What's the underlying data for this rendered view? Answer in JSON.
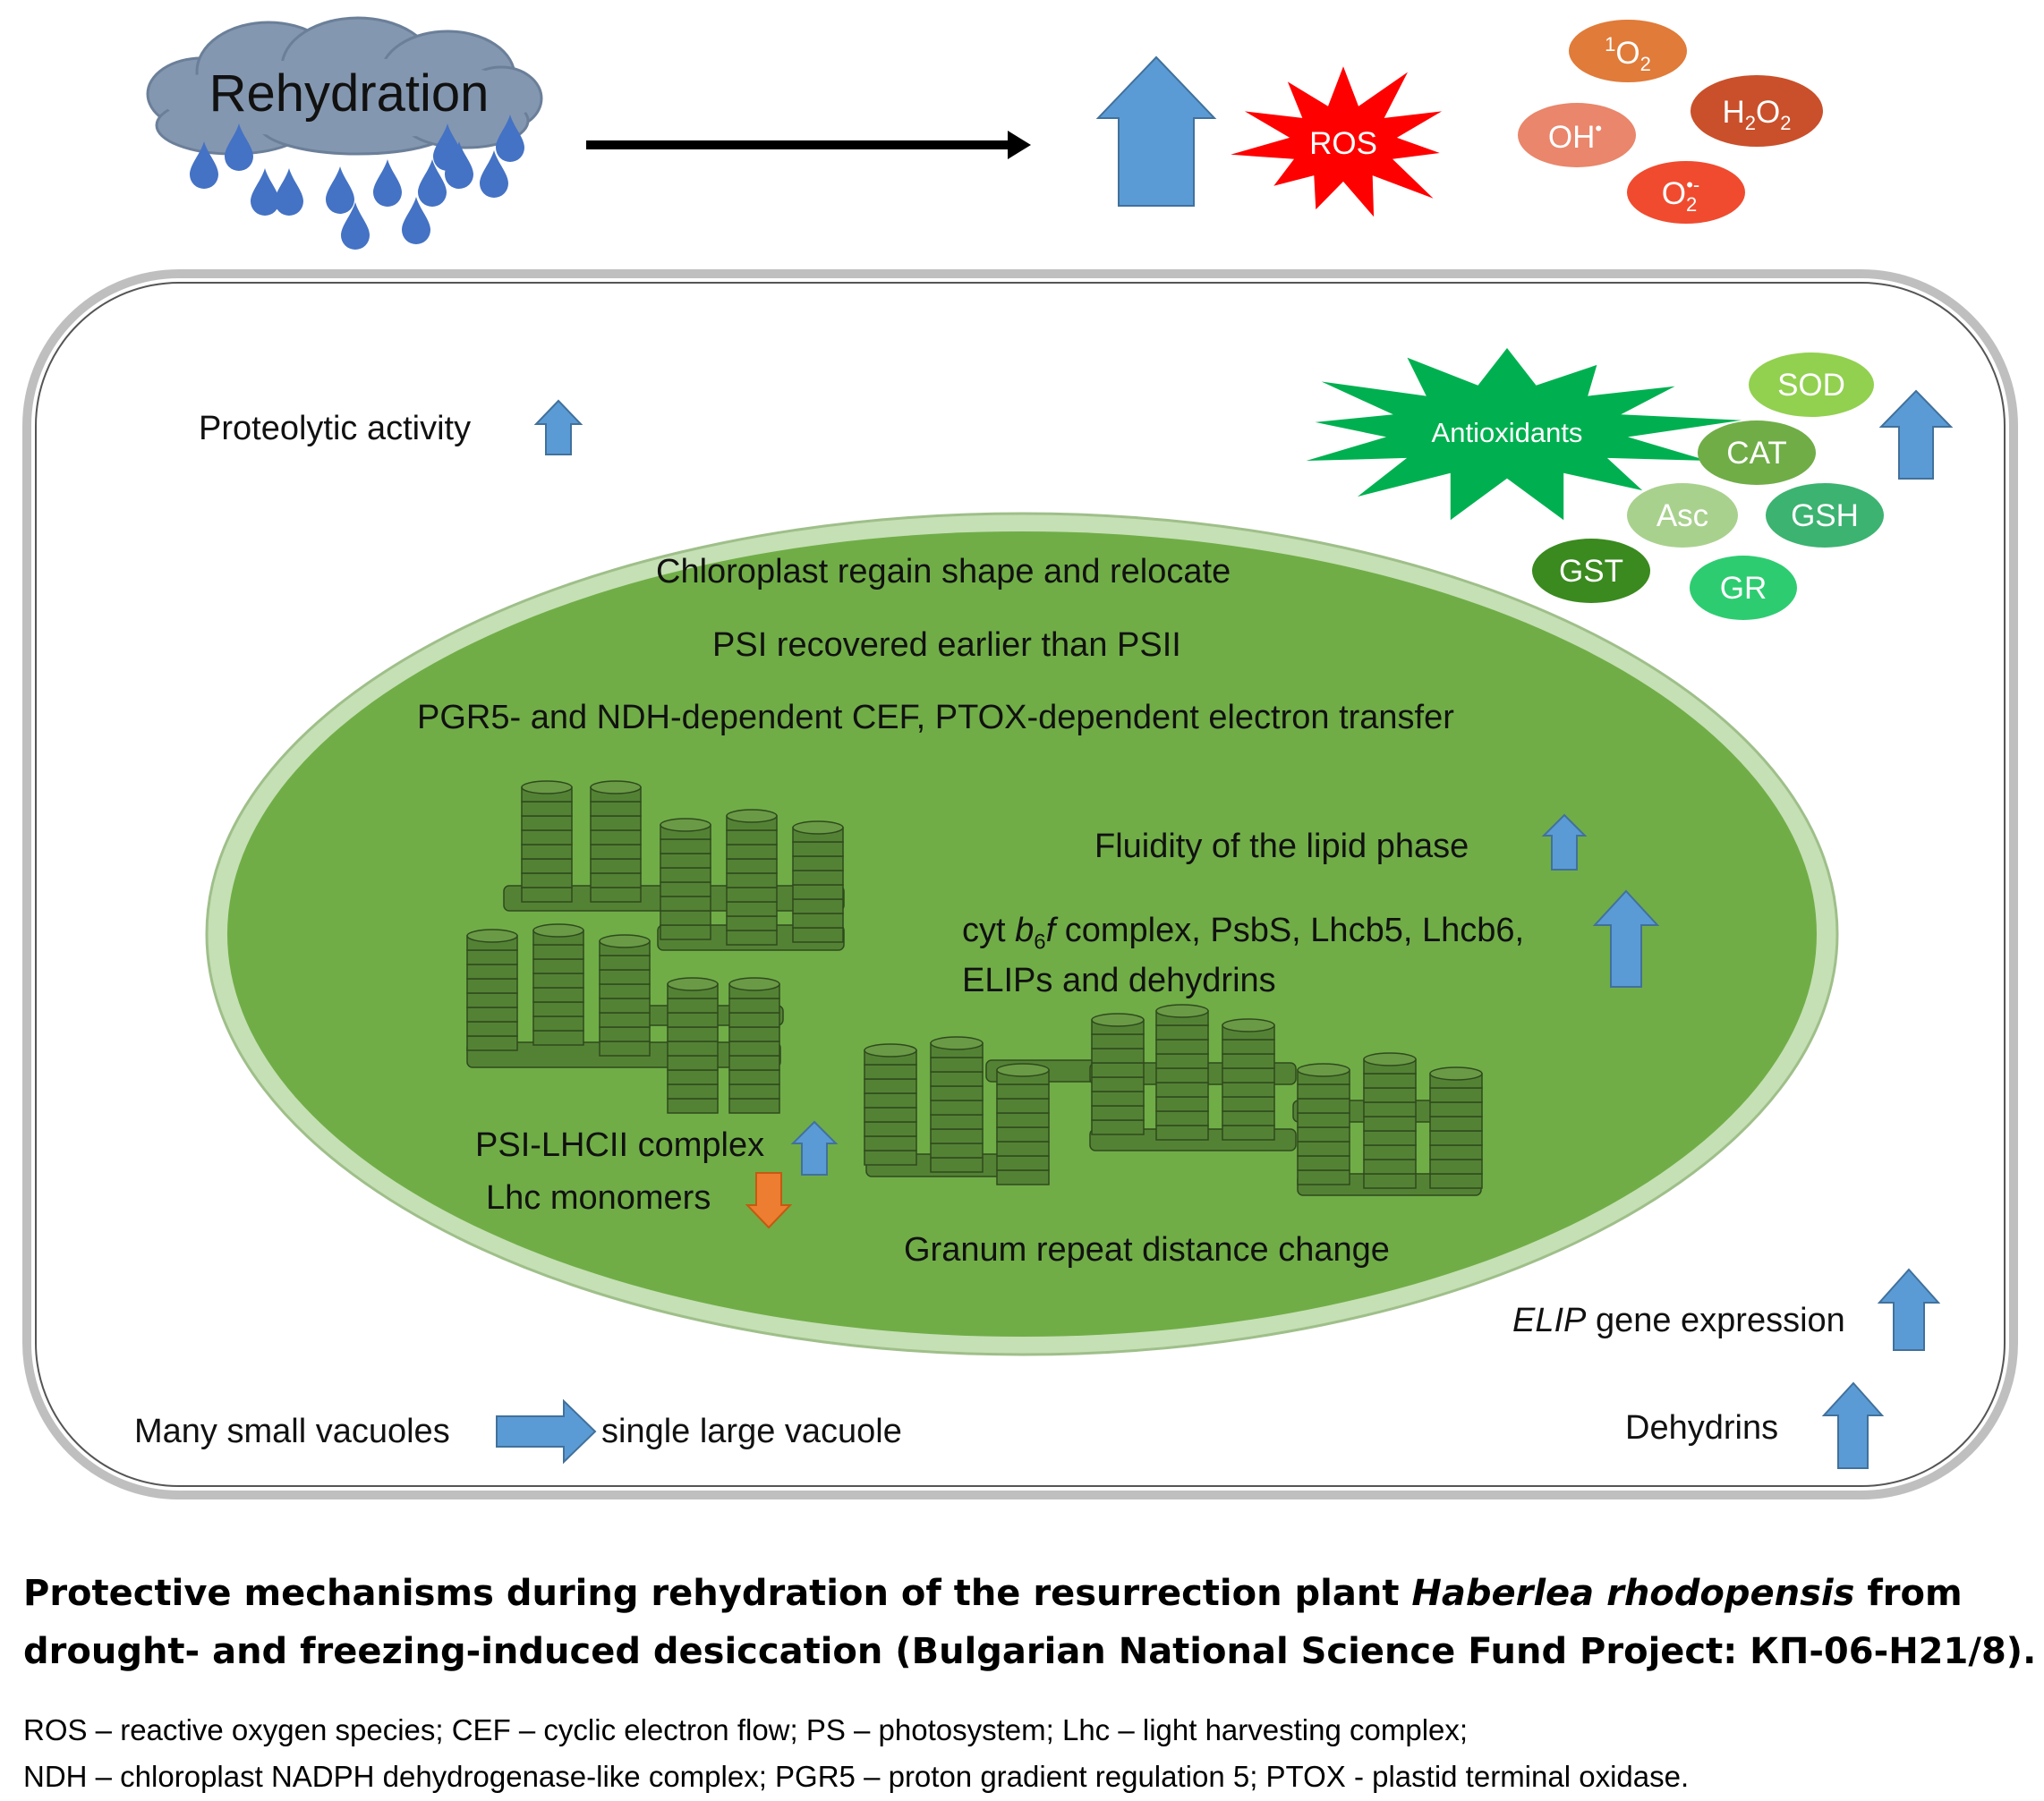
{
  "top": {
    "rehydration": "Rehydration",
    "ros": "ROS",
    "species": {
      "singlet_oxygen": {
        "sup": "1",
        "base": "O",
        "sub": "2"
      },
      "hydroxyl": {
        "base": "OH",
        "sup": "•"
      },
      "hydrogen_peroxide": {
        "base": "H",
        "sub1": "2",
        "mid": "O",
        "sub2": "2"
      },
      "superoxide": {
        "base": "O",
        "sub": "2",
        "sup": "•-"
      }
    }
  },
  "cell": {
    "proteolytic": "Proteolytic activity",
    "antioxidants": {
      "title": "Antioxidants",
      "items": [
        "SOD",
        "CAT",
        "Asc",
        "GSH",
        "GST",
        "GR"
      ]
    },
    "vacuoles": {
      "from": "Many small vacuoles",
      "to": "single large vacuole"
    },
    "elip": {
      "italic": "ELIP",
      "rest": " gene expression"
    },
    "dehydrins": "Dehydrins"
  },
  "chloroplast": {
    "line1": "Chloroplast regain shape and relocate",
    "line2": "PSI recovered earlier than PSII",
    "line3": "PGR5- and NDH-dependent CEF, PTOX-dependent electron transfer",
    "fluidity": "Fluidity of the lipid phase",
    "cyt": {
      "pre": "cyt ",
      "b": "b",
      "sub": "6",
      "f": "f",
      "post": " complex, PsbS, Lhcb5, Lhcb6,",
      "line2": "ELIPs and dehydrins"
    },
    "psi_lhcii": "PSI-LHCII complex",
    "lhc_monomers": "Lhc monomers",
    "granum": "Granum repeat distance change"
  },
  "caption": {
    "line1_bold": "Protective mechanisms during rehydration of the resurrection plant ",
    "line1_italic": "Haberlea rhodopensis",
    "line1_end": " from",
    "line2": "drought- and freezing-induced desiccation (Bulgarian National Science Fund Project: КП-06-Н21/8)."
  },
  "legend": {
    "line1": "ROS – reactive oxygen species; CEF – cyclic electron flow; PS – photosystem; Lhc – light harvesting complex;",
    "line2": "NDH – chloroplast NADPH dehydrogenase-like complex; PGR5 – proton gradient regulation 5; PTOX - plastid terminal oxidase."
  },
  "colors": {
    "up_arrow": "#5b9bd5",
    "down_arrow": "#ed7d31",
    "chloroplast_fill": "#70ad47",
    "chloroplast_rim": "#c5e0b4",
    "grana": "#548235",
    "ros_star": "#ff0000",
    "antioxidant_star": "#00b050",
    "cloud": "#8497b0",
    "drop": "#4472c4"
  }
}
